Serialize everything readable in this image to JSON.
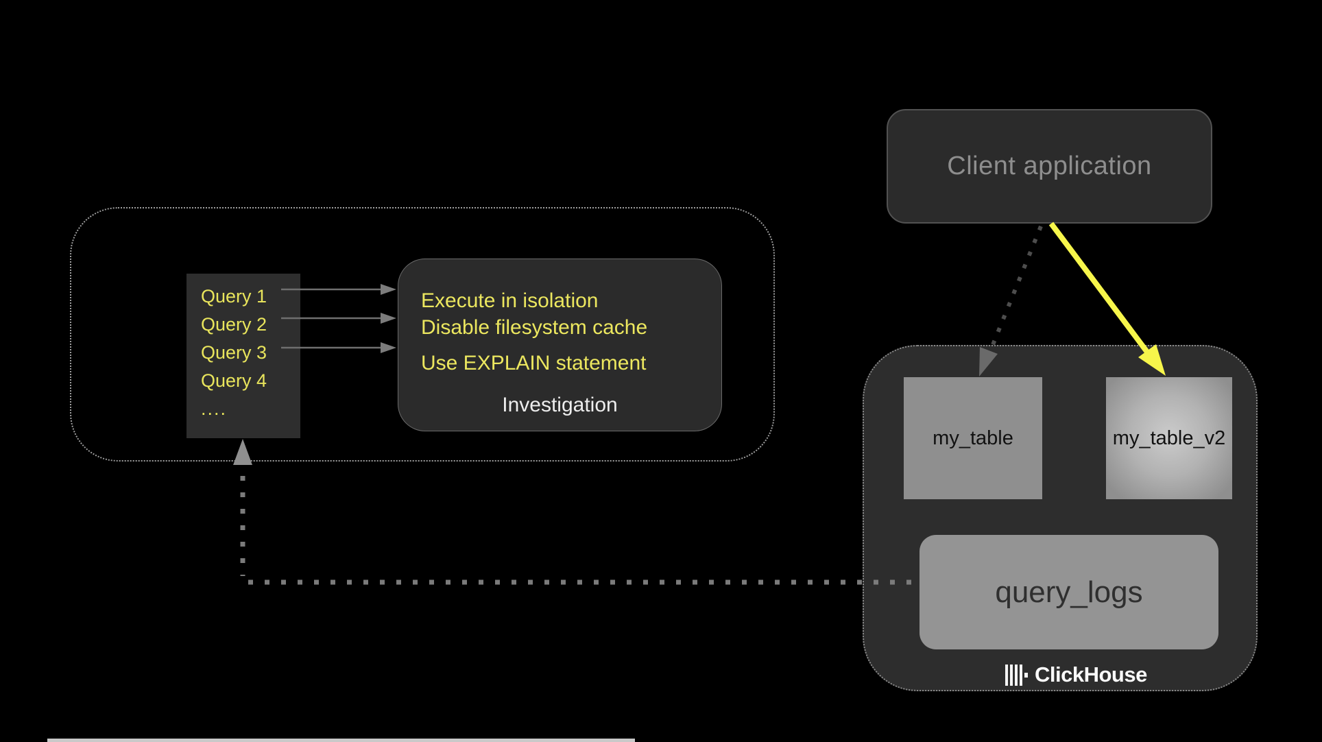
{
  "client": {
    "label": "Client application"
  },
  "investigation": {
    "queries": [
      "Query 1",
      "Query 2",
      "Query 3",
      "Query 4",
      "...."
    ],
    "tips": [
      "Execute in isolation",
      "Disable filesystem cache",
      "Use EXPLAIN statement"
    ],
    "title": "Investigation"
  },
  "clickhouse": {
    "tables": [
      "my_table",
      "my_table_v2"
    ],
    "logs_label": "query_logs",
    "brand": "ClickHouse"
  },
  "colors": {
    "background": "#000000",
    "panel_dark": "#2b2b2b",
    "highlight_yellow": "#ece75f",
    "arrow_yellow": "#f7f64b",
    "table_gray": "#8f8f8f",
    "logs_gray": "#949494",
    "muted_text": "#8e8e8e",
    "title_text": "#ededed"
  }
}
